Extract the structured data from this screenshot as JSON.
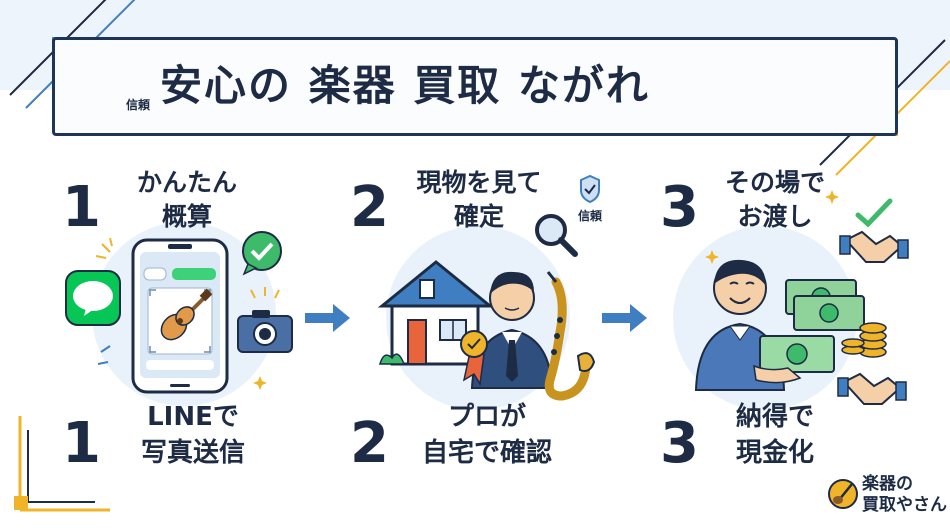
{
  "title": {
    "main": "安心の 楽器 買取 ながれ",
    "trust_label": "信頼"
  },
  "steps": [
    {
      "number": "1",
      "top_line1": "かんたん",
      "top_line2": "概算",
      "bottom_line1": "LINEで",
      "bottom_line2": "写真送信",
      "app_badge": "LINE"
    },
    {
      "number": "2",
      "top_line1": "現物を見て",
      "top_line2": "確定",
      "bottom_line1": "プロが",
      "bottom_line2": "自宅で確認",
      "trust_label": "信頼"
    },
    {
      "number": "3",
      "top_line1": "その場で",
      "top_line2": "お渡し",
      "bottom_line1": "納得で",
      "bottom_line2": "現金化"
    }
  ],
  "logo": {
    "line1": "楽器の",
    "line2": "買取やさん"
  },
  "colors": {
    "navy": "#1d2b45",
    "accent_blue": "#3f7fc1",
    "line_green": "#06c755",
    "gold": "#f0b429",
    "heart": "#e8643a"
  },
  "icons": [
    "shield-icon",
    "heart-icon",
    "line-app-icon",
    "smartphone-icon",
    "guitar-icon",
    "check-bubble-icon",
    "camera-icon",
    "house-icon",
    "appraiser-icon",
    "saxophone-icon",
    "magnifier-icon",
    "badge-icon",
    "customer-icon",
    "cash-icon",
    "coins-icon",
    "handshake-icon",
    "check-icon",
    "arrow-icon"
  ]
}
